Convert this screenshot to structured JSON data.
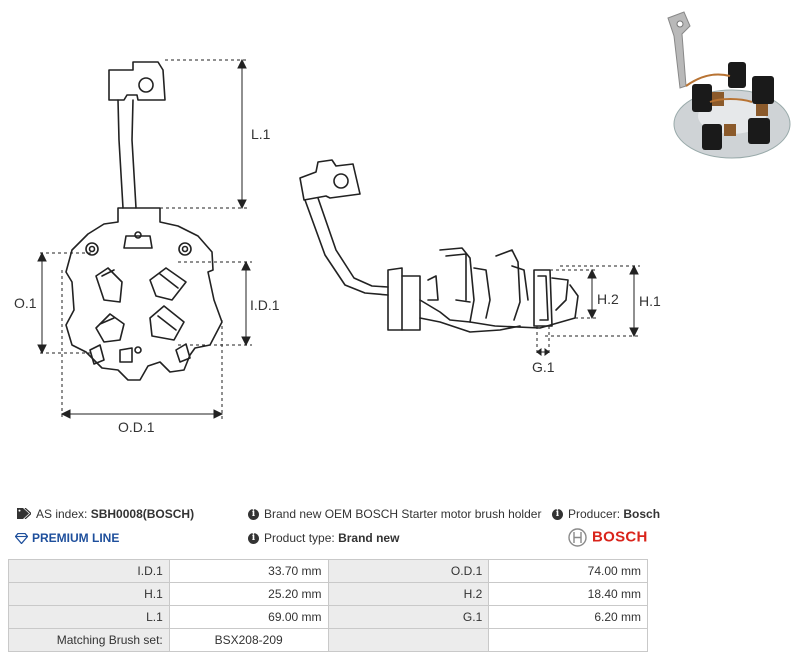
{
  "diagram": {
    "dim_labels": {
      "l1": "L.1",
      "o1": "O.1",
      "id1": "I.D.1",
      "od1": "O.D.1",
      "h1": "H.1",
      "h2": "H.2",
      "g1": "G.1"
    }
  },
  "info": {
    "as_index_label": "AS index:",
    "as_index_value": "SBH0008(BOSCH)",
    "premium_line": "PREMIUM LINE",
    "description": "Brand new OEM BOSCH Starter motor brush holder",
    "product_type_label": "Product type:",
    "product_type_value": "Brand new",
    "producer_label": "Producer:",
    "producer_value": "Bosch",
    "brand_logo_text": "BOSCH"
  },
  "specs": {
    "rows": [
      {
        "l1": "I.D.1",
        "v1": "33.70 mm",
        "l2": "O.D.1",
        "v2": "74.00 mm"
      },
      {
        "l1": "H.1",
        "v1": "25.20 mm",
        "l2": "H.2",
        "v2": "18.40 mm"
      },
      {
        "l1": "L.1",
        "v1": "69.00 mm",
        "l2": "G.1",
        "v2": "6.20 mm"
      }
    ],
    "matching_label": "Matching Brush set:",
    "matching_value": "BSX208-209"
  },
  "colors": {
    "brand_red": "#d9241b",
    "premium_blue": "#1e4f9c",
    "label_bg": "#ececec"
  }
}
